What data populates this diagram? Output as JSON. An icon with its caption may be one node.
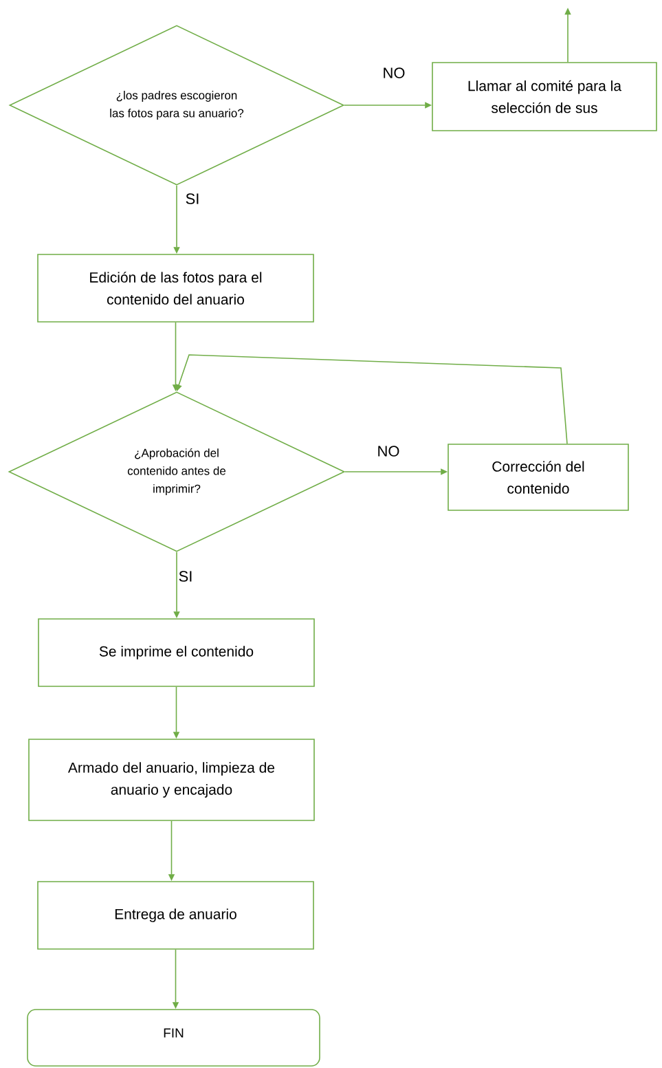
{
  "diagram": {
    "nodes": [
      {
        "text": [
          "¿los padres escogieron las fotos para su anuario?"
        ]
      },
      {
        "text": [
          "Llamar al comité para la selección de sus"
        ]
      },
      {
        "text": [
          "Edición de las fotos para el contenido del anuario"
        ]
      },
      {
        "text": [
          "¿Aprobación del contenido antes de imprimir?"
        ]
      },
      {
        "text": [
          "Corrección del contenido"
        ]
      },
      {
        "text": [
          "Se imprime el contenido"
        ]
      },
      {
        "text": [
          "Armado del anuario, limpieza de anuario y encajado"
        ]
      },
      {
        "text": [
          "Entrega de anuario"
        ]
      },
      {
        "text": [
          "FIN"
        ]
      }
    ],
    "edges": [
      {
        "from": 0,
        "to": 1,
        "arrow": "to",
        "label": "NO"
      },
      {
        "from": 1,
        "to": null,
        "arrow": "to"
      },
      {
        "from": 0,
        "to": 2,
        "arrow": "to",
        "label": "SI"
      },
      {
        "from": 2,
        "to": 3,
        "arrow": "to"
      },
      {
        "from": 4,
        "to": 3,
        "arrow": "to"
      },
      {
        "from": 3,
        "to": 4,
        "arrow": "to",
        "label": "NO"
      },
      {
        "from": 3,
        "to": 5,
        "arrow": "to",
        "label": "SI"
      },
      {
        "from": 5,
        "to": 6,
        "arrow": "to"
      },
      {
        "from": 6,
        "to": 7,
        "arrow": "to"
      },
      {
        "from": 7,
        "to": 8,
        "arrow": "to"
      }
    ]
  }
}
